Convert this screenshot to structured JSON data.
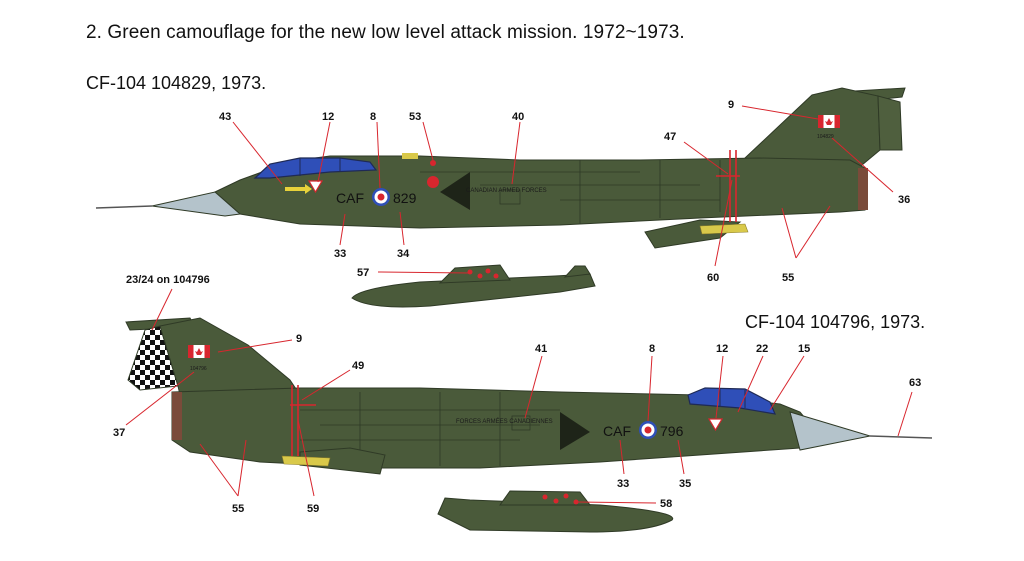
{
  "header": {
    "title": "2. Green camouflage for the new low level attack mission. 1972~1973."
  },
  "colors": {
    "camouflage_green": "#4a5a3a",
    "panel_line": "#2f3a26",
    "canopy_blue": "#2f4fb8",
    "radome_grey": "#b4c3cb",
    "marking_red": "#d8262e",
    "marking_yellow": "#d9c94a"
  },
  "aircraft": [
    {
      "title": "CF-104 104829, 1973.",
      "serial_prefix": "CAF",
      "serial_number": "829",
      "fuselage_text": "CANADIAN ARMED FORCES",
      "fin_number": "104829",
      "callouts": [
        "43",
        "12",
        "8",
        "53",
        "40",
        "9",
        "47",
        "36",
        "33",
        "34",
        "60",
        "55",
        "57"
      ]
    },
    {
      "title": "CF-104 104796, 1973.",
      "note": "23/24 on 104796",
      "serial_prefix": "CAF",
      "serial_number": "796",
      "fuselage_text": "FORCES ARMÉES CANADIENNES",
      "fin_number": "104796",
      "callouts": [
        "9",
        "49",
        "41",
        "8",
        "12",
        "22",
        "15",
        "63",
        "37",
        "55",
        "59",
        "33",
        "35",
        "58"
      ]
    }
  ]
}
